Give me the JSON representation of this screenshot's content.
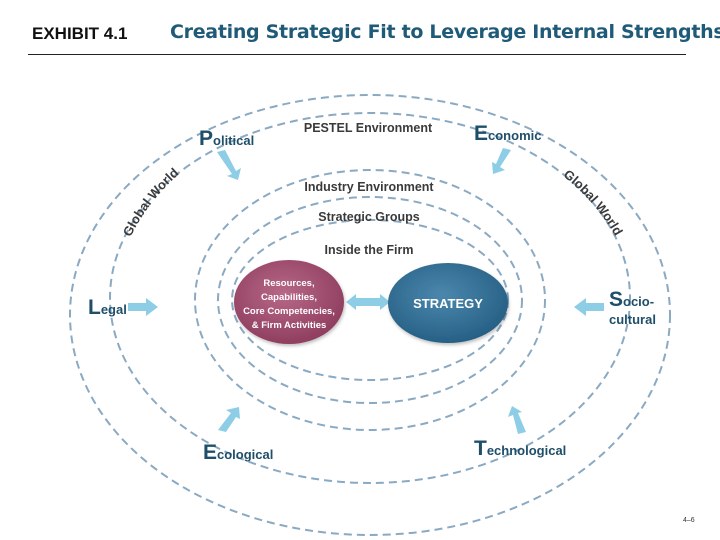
{
  "header": {
    "exhibit": "EXHIBIT 4.1",
    "title": "Creating Strategic Fit to Leverage Internal Strengths"
  },
  "diagram": {
    "rings": {
      "pestel": "PESTEL Environment",
      "industry": "Industry Environment",
      "groups": "Strategic Groups",
      "firm": "Inside the Firm"
    },
    "global_world": "Global World",
    "forces": {
      "political": {
        "initial": "P",
        "rest": "olitical"
      },
      "economic": {
        "initial": "E",
        "rest": "conomic"
      },
      "legal": {
        "initial": "L",
        "rest": "egal"
      },
      "sociocultural": {
        "initial": "S",
        "rest": "ocio-",
        "line2": "cultural"
      },
      "ecological": {
        "initial": "E",
        "rest": "cological"
      },
      "technological": {
        "initial": "T",
        "rest": "echnological"
      }
    },
    "resources": [
      "Resources,",
      "Capabilities,",
      "Core Competencies,",
      "& Firm Activities"
    ],
    "strategy": "STRATEGY"
  },
  "footer": {
    "page": "4–6"
  },
  "colors": {
    "title": "#1f5a78",
    "ring": "#8aa9c2",
    "arrow": "#8ecde6",
    "resources": "#a04e6e",
    "strategy": "#2d6c95",
    "force": "#1f4e69"
  }
}
